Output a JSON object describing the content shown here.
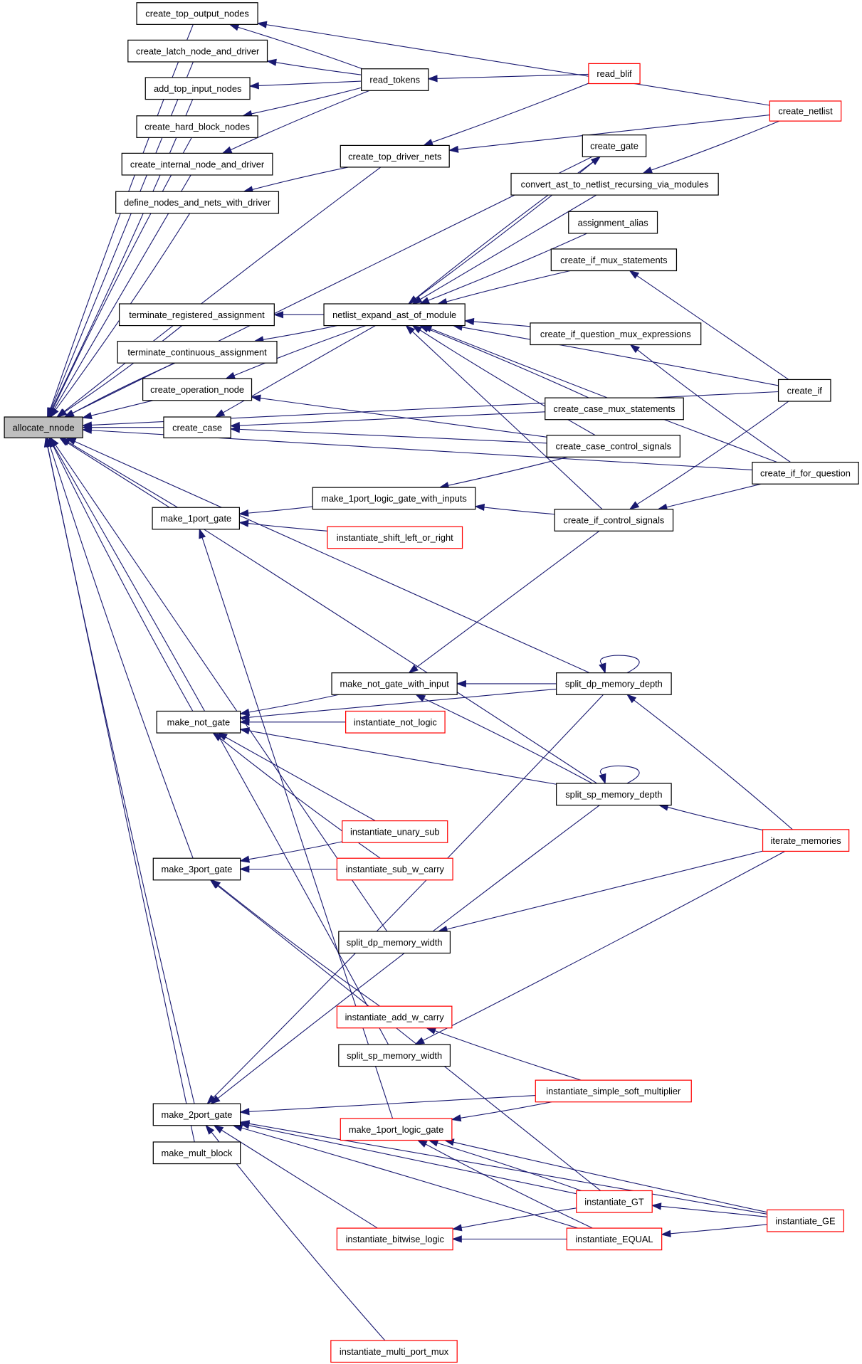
{
  "colors": {
    "edge": "#191970",
    "focus_fill": "#bfbfbf",
    "normal_border": "#000000",
    "truncated_border": "#ff0000",
    "node_fill": "#ffffff"
  },
  "nodes": [
    {
      "id": "allocate_nnode",
      "label": "allocate_nnode",
      "kind": "focus"
    },
    {
      "id": "create_top_output_nodes",
      "label": "create_top_output_nodes",
      "kind": "normal"
    },
    {
      "id": "create_latch_node_and_driver",
      "label": "create_latch_node_and_driver",
      "kind": "normal"
    },
    {
      "id": "add_top_input_nodes",
      "label": "add_top_input_nodes",
      "kind": "normal"
    },
    {
      "id": "create_hard_block_nodes",
      "label": "create_hard_block_nodes",
      "kind": "normal"
    },
    {
      "id": "create_internal_node_and_driver",
      "label": "create_internal_node_and_driver",
      "kind": "normal"
    },
    {
      "id": "define_nodes_and_nets_with_driver",
      "label": "define_nodes_and_nets_with_driver",
      "kind": "normal"
    },
    {
      "id": "read_tokens",
      "label": "read_tokens",
      "kind": "normal"
    },
    {
      "id": "read_blif",
      "label": "read_blif",
      "kind": "truncated"
    },
    {
      "id": "create_netlist",
      "label": "create_netlist",
      "kind": "truncated"
    },
    {
      "id": "create_top_driver_nets",
      "label": "create_top_driver_nets",
      "kind": "normal"
    },
    {
      "id": "create_gate",
      "label": "create_gate",
      "kind": "normal"
    },
    {
      "id": "convert_ast",
      "label": "convert_ast_to_netlist_recursing_via_modules",
      "kind": "normal"
    },
    {
      "id": "assignment_alias",
      "label": "assignment_alias",
      "kind": "normal"
    },
    {
      "id": "create_if_mux_statements",
      "label": "create_if_mux_statements",
      "kind": "normal"
    },
    {
      "id": "terminate_registered_assignment",
      "label": "terminate_registered_assignment",
      "kind": "normal"
    },
    {
      "id": "netlist_expand_ast_of_module",
      "label": "netlist_expand_ast_of_module",
      "kind": "normal"
    },
    {
      "id": "create_if_question_mux_expressions",
      "label": "create_if_question_mux_expressions",
      "kind": "normal"
    },
    {
      "id": "terminate_continuous_assignment",
      "label": "terminate_continuous_assignment",
      "kind": "normal"
    },
    {
      "id": "create_operation_node",
      "label": "create_operation_node",
      "kind": "normal"
    },
    {
      "id": "create_if",
      "label": "create_if",
      "kind": "normal"
    },
    {
      "id": "create_case_mux_statements",
      "label": "create_case_mux_statements",
      "kind": "normal"
    },
    {
      "id": "create_case",
      "label": "create_case",
      "kind": "normal"
    },
    {
      "id": "create_case_control_signals",
      "label": "create_case_control_signals",
      "kind": "normal"
    },
    {
      "id": "create_if_for_question",
      "label": "create_if_for_question",
      "kind": "normal"
    },
    {
      "id": "make_1port_logic_gate_with_inputs",
      "label": "make_1port_logic_gate_with_inputs",
      "kind": "normal"
    },
    {
      "id": "make_1port_gate",
      "label": "make_1port_gate",
      "kind": "normal"
    },
    {
      "id": "create_if_control_signals",
      "label": "create_if_control_signals",
      "kind": "normal"
    },
    {
      "id": "instantiate_shift_left_or_right",
      "label": "instantiate_shift_left_or_right",
      "kind": "truncated"
    },
    {
      "id": "split_dp_memory_depth",
      "label": "split_dp_memory_depth",
      "kind": "normal"
    },
    {
      "id": "make_not_gate_with_input",
      "label": "make_not_gate_with_input",
      "kind": "normal"
    },
    {
      "id": "make_not_gate",
      "label": "make_not_gate",
      "kind": "normal"
    },
    {
      "id": "instantiate_not_logic",
      "label": "instantiate_not_logic",
      "kind": "truncated"
    },
    {
      "id": "split_sp_memory_depth",
      "label": "split_sp_memory_depth",
      "kind": "normal"
    },
    {
      "id": "instantiate_unary_sub",
      "label": "instantiate_unary_sub",
      "kind": "truncated"
    },
    {
      "id": "iterate_memories",
      "label": "iterate_memories",
      "kind": "truncated"
    },
    {
      "id": "make_3port_gate",
      "label": "make_3port_gate",
      "kind": "normal"
    },
    {
      "id": "instantiate_sub_w_carry",
      "label": "instantiate_sub_w_carry",
      "kind": "truncated"
    },
    {
      "id": "split_dp_memory_width",
      "label": "split_dp_memory_width",
      "kind": "normal"
    },
    {
      "id": "instantiate_add_w_carry",
      "label": "instantiate_add_w_carry",
      "kind": "truncated"
    },
    {
      "id": "split_sp_memory_width",
      "label": "split_sp_memory_width",
      "kind": "normal"
    },
    {
      "id": "instantiate_simple_soft_multiplier",
      "label": "instantiate_simple_soft_multiplier",
      "kind": "truncated"
    },
    {
      "id": "make_2port_gate",
      "label": "make_2port_gate",
      "kind": "normal"
    },
    {
      "id": "make_1port_logic_gate",
      "label": "make_1port_logic_gate",
      "kind": "truncated"
    },
    {
      "id": "make_mult_block",
      "label": "make_mult_block",
      "kind": "normal"
    },
    {
      "id": "instantiate_GT",
      "label": "instantiate_GT",
      "kind": "truncated"
    },
    {
      "id": "instantiate_GE",
      "label": "instantiate_GE",
      "kind": "truncated"
    },
    {
      "id": "instantiate_bitwise_logic",
      "label": "instantiate_bitwise_logic",
      "kind": "truncated"
    },
    {
      "id": "instantiate_EQUAL",
      "label": "instantiate_EQUAL",
      "kind": "truncated"
    },
    {
      "id": "instantiate_multi_port_mux",
      "label": "instantiate_multi_port_mux",
      "kind": "truncated"
    }
  ],
  "edges": [
    [
      "create_top_output_nodes",
      "allocate_nnode"
    ],
    [
      "create_latch_node_and_driver",
      "allocate_nnode"
    ],
    [
      "add_top_input_nodes",
      "allocate_nnode"
    ],
    [
      "create_hard_block_nodes",
      "allocate_nnode"
    ],
    [
      "create_internal_node_and_driver",
      "allocate_nnode"
    ],
    [
      "define_nodes_and_nets_with_driver",
      "allocate_nnode"
    ],
    [
      "create_top_driver_nets",
      "allocate_nnode"
    ],
    [
      "create_gate",
      "allocate_nnode"
    ],
    [
      "terminate_registered_assignment",
      "allocate_nnode"
    ],
    [
      "terminate_continuous_assignment",
      "allocate_nnode"
    ],
    [
      "create_operation_node",
      "allocate_nnode"
    ],
    [
      "create_case",
      "allocate_nnode"
    ],
    [
      "create_if",
      "allocate_nnode"
    ],
    [
      "make_1port_gate",
      "allocate_nnode"
    ],
    [
      "create_if_for_question",
      "allocate_nnode"
    ],
    [
      "make_not_gate",
      "allocate_nnode"
    ],
    [
      "split_dp_memory_depth",
      "allocate_nnode"
    ],
    [
      "split_sp_memory_depth",
      "allocate_nnode"
    ],
    [
      "make_3port_gate",
      "allocate_nnode"
    ],
    [
      "split_dp_memory_width",
      "allocate_nnode"
    ],
    [
      "split_sp_memory_width",
      "allocate_nnode"
    ],
    [
      "make_2port_gate",
      "allocate_nnode"
    ],
    [
      "make_mult_block",
      "allocate_nnode"
    ],
    [
      "read_tokens",
      "create_top_output_nodes"
    ],
    [
      "read_tokens",
      "create_latch_node_and_driver"
    ],
    [
      "read_tokens",
      "add_top_input_nodes"
    ],
    [
      "read_tokens",
      "create_hard_block_nodes"
    ],
    [
      "read_tokens",
      "create_internal_node_and_driver"
    ],
    [
      "read_blif",
      "read_tokens"
    ],
    [
      "read_blif",
      "create_top_driver_nets"
    ],
    [
      "create_netlist",
      "create_top_output_nodes"
    ],
    [
      "create_netlist",
      "create_top_driver_nets"
    ],
    [
      "create_netlist",
      "convert_ast"
    ],
    [
      "create_top_driver_nets",
      "define_nodes_and_nets_with_driver"
    ],
    [
      "netlist_expand_ast_of_module",
      "terminate_registered_assignment"
    ],
    [
      "netlist_expand_ast_of_module",
      "terminate_continuous_assignment"
    ],
    [
      "netlist_expand_ast_of_module",
      "create_operation_node"
    ],
    [
      "netlist_expand_ast_of_module",
      "create_case"
    ],
    [
      "netlist_expand_ast_of_module",
      "create_gate"
    ],
    [
      "create_gate",
      "netlist_expand_ast_of_module"
    ],
    [
      "convert_ast",
      "netlist_expand_ast_of_module"
    ],
    [
      "assignment_alias",
      "netlist_expand_ast_of_module"
    ],
    [
      "create_if_mux_statements",
      "netlist_expand_ast_of_module"
    ],
    [
      "create_if_question_mux_expressions",
      "netlist_expand_ast_of_module"
    ],
    [
      "create_case_mux_statements",
      "netlist_expand_ast_of_module"
    ],
    [
      "create_case_control_signals",
      "netlist_expand_ast_of_module"
    ],
    [
      "create_if_control_signals",
      "netlist_expand_ast_of_module"
    ],
    [
      "create_if",
      "netlist_expand_ast_of_module"
    ],
    [
      "create_if_for_question",
      "netlist_expand_ast_of_module"
    ],
    [
      "create_if",
      "create_if_mux_statements"
    ],
    [
      "create_if",
      "create_if_control_signals"
    ],
    [
      "create_if_for_question",
      "create_if_question_mux_expressions"
    ],
    [
      "create_if_for_question",
      "create_if_control_signals"
    ],
    [
      "create_case_mux_statements",
      "create_case"
    ],
    [
      "create_case_control_signals",
      "create_case"
    ],
    [
      "create_case_control_signals",
      "create_operation_node"
    ],
    [
      "create_case_control_signals",
      "make_1port_logic_gate_with_inputs"
    ],
    [
      "create_if_control_signals",
      "make_1port_logic_gate_with_inputs"
    ],
    [
      "create_if_control_signals",
      "make_not_gate_with_input"
    ],
    [
      "make_1port_logic_gate_with_inputs",
      "make_1port_gate"
    ],
    [
      "instantiate_shift_left_or_right",
      "make_1port_gate"
    ],
    [
      "make_1port_logic_gate",
      "make_1port_gate"
    ],
    [
      "make_not_gate_with_input",
      "make_not_gate"
    ],
    [
      "split_dp_memory_depth",
      "make_not_gate_with_input"
    ],
    [
      "split_dp_memory_depth",
      "make_not_gate"
    ],
    [
      "split_dp_memory_depth",
      "split_dp_memory_depth"
    ],
    [
      "instantiate_not_logic",
      "make_not_gate"
    ],
    [
      "split_sp_memory_depth",
      "make_not_gate"
    ],
    [
      "split_sp_memory_depth",
      "make_not_gate_with_input"
    ],
    [
      "split_sp_memory_depth",
      "split_sp_memory_depth"
    ],
    [
      "instantiate_unary_sub",
      "make_not_gate"
    ],
    [
      "instantiate_unary_sub",
      "make_3port_gate"
    ],
    [
      "instantiate_sub_w_carry",
      "make_not_gate"
    ],
    [
      "instantiate_sub_w_carry",
      "make_3port_gate"
    ],
    [
      "iterate_memories",
      "split_dp_memory_depth"
    ],
    [
      "iterate_memories",
      "split_sp_memory_depth"
    ],
    [
      "iterate_memories",
      "split_dp_memory_width"
    ],
    [
      "iterate_memories",
      "split_sp_memory_width"
    ],
    [
      "instantiate_add_w_carry",
      "make_3port_gate"
    ],
    [
      "instantiate_GT",
      "make_3port_gate"
    ],
    [
      "split_dp_memory_depth",
      "make_2port_gate"
    ],
    [
      "split_sp_memory_depth",
      "make_2port_gate"
    ],
    [
      "instantiate_simple_soft_multiplier",
      "make_2port_gate"
    ],
    [
      "instantiate_simple_soft_multiplier",
      "make_1port_logic_gate"
    ],
    [
      "instantiate_simple_soft_multiplier",
      "instantiate_add_w_carry"
    ],
    [
      "instantiate_GT",
      "make_2port_gate"
    ],
    [
      "instantiate_GT",
      "make_1port_logic_gate"
    ],
    [
      "instantiate_GT",
      "instantiate_bitwise_logic"
    ],
    [
      "instantiate_bitwise_logic",
      "make_2port_gate"
    ],
    [
      "instantiate_EQUAL",
      "make_2port_gate"
    ],
    [
      "instantiate_EQUAL",
      "make_1port_logic_gate"
    ],
    [
      "instantiate_EQUAL",
      "instantiate_bitwise_logic"
    ],
    [
      "instantiate_GE",
      "make_2port_gate"
    ],
    [
      "instantiate_GE",
      "make_1port_logic_gate"
    ],
    [
      "instantiate_GE",
      "instantiate_GT"
    ],
    [
      "instantiate_GE",
      "instantiate_EQUAL"
    ],
    [
      "instantiate_multi_port_mux",
      "make_2port_gate"
    ]
  ]
}
